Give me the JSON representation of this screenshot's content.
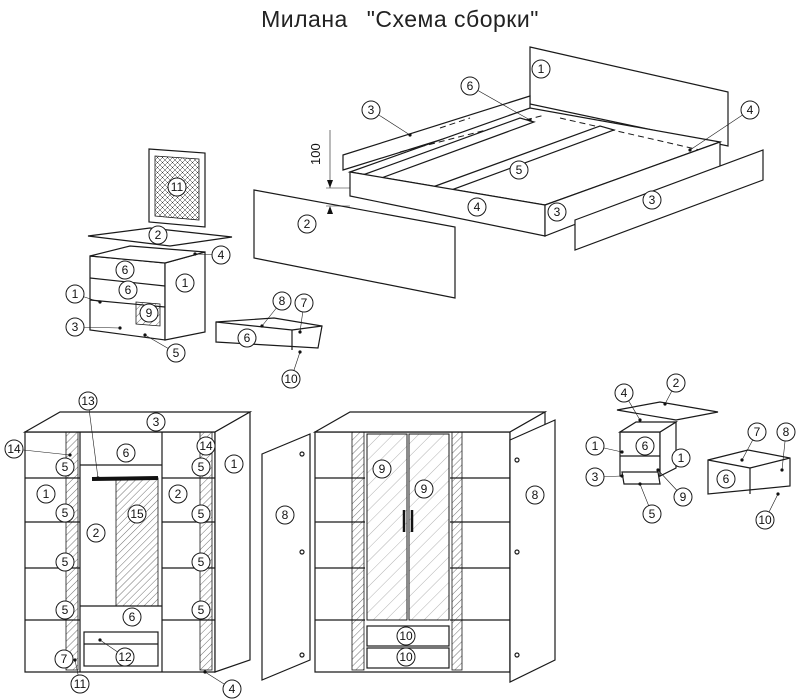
{
  "title": {
    "name": "Милана",
    "subtitle": "\"Схема сборки\""
  },
  "dimension_label": "100",
  "callouts": {
    "bed": [
      {
        "id": "bed-1",
        "label": "1"
      },
      {
        "id": "bed-6",
        "label": "6"
      },
      {
        "id": "bed-3a",
        "label": "3"
      },
      {
        "id": "bed-4a",
        "label": "4"
      },
      {
        "id": "bed-5",
        "label": "5"
      },
      {
        "id": "bed-2",
        "label": "2"
      },
      {
        "id": "bed-4b",
        "label": "4"
      },
      {
        "id": "bed-3b",
        "label": "3"
      },
      {
        "id": "bed-3c",
        "label": "3"
      }
    ],
    "dresser": [
      {
        "id": "dr-11",
        "label": "11"
      },
      {
        "id": "dr-2",
        "label": "2"
      },
      {
        "id": "dr-4",
        "label": "4"
      },
      {
        "id": "dr-6a",
        "label": "6"
      },
      {
        "id": "dr-6b",
        "label": "6"
      },
      {
        "id": "dr-1a",
        "label": "1"
      },
      {
        "id": "dr-1b",
        "label": "1"
      },
      {
        "id": "dr-9",
        "label": "9"
      },
      {
        "id": "dr-3",
        "label": "3"
      },
      {
        "id": "dr-5",
        "label": "5"
      },
      {
        "id": "dr-8",
        "label": "8"
      },
      {
        "id": "dr-7",
        "label": "7"
      },
      {
        "id": "dr-6c",
        "label": "6"
      },
      {
        "id": "dr-10",
        "label": "10"
      }
    ],
    "nightstand": [
      {
        "id": "ns-4",
        "label": "4"
      },
      {
        "id": "ns-2",
        "label": "2"
      },
      {
        "id": "ns-1a",
        "label": "1"
      },
      {
        "id": "ns-6",
        "label": "6"
      },
      {
        "id": "ns-1b",
        "label": "1"
      },
      {
        "id": "ns-3",
        "label": "3"
      },
      {
        "id": "ns-9",
        "label": "9"
      },
      {
        "id": "ns-5",
        "label": "5"
      },
      {
        "id": "ns-7",
        "label": "7"
      },
      {
        "id": "ns-8",
        "label": "8"
      },
      {
        "id": "ns-6b",
        "label": "6"
      },
      {
        "id": "ns-10",
        "label": "10"
      }
    ],
    "wardrobe_open": [
      {
        "id": "wo-13",
        "label": "13"
      },
      {
        "id": "wo-3",
        "label": "3"
      },
      {
        "id": "wo-14a",
        "label": "14"
      },
      {
        "id": "wo-14b",
        "label": "14"
      },
      {
        "id": "wo-6a",
        "label": "6"
      },
      {
        "id": "wo-1a",
        "label": "1"
      },
      {
        "id": "wo-5a",
        "label": "5"
      },
      {
        "id": "wo-5b",
        "label": "5"
      },
      {
        "id": "wo-1b",
        "label": "1"
      },
      {
        "id": "wo-2a",
        "label": "2"
      },
      {
        "id": "wo-5c",
        "label": "5"
      },
      {
        "id": "wo-15",
        "label": "15"
      },
      {
        "id": "wo-5d",
        "label": "5"
      },
      {
        "id": "wo-2b",
        "label": "2"
      },
      {
        "id": "wo-5e",
        "label": "5"
      },
      {
        "id": "wo-5f",
        "label": "5"
      },
      {
        "id": "wo-5g",
        "label": "5"
      },
      {
        "id": "wo-5h",
        "label": "5"
      },
      {
        "id": "wo-6b",
        "label": "6"
      },
      {
        "id": "wo-7",
        "label": "7"
      },
      {
        "id": "wo-12",
        "label": "12"
      },
      {
        "id": "wo-11",
        "label": "11"
      },
      {
        "id": "wo-4",
        "label": "4"
      },
      {
        "id": "wo-8",
        "label": "8"
      }
    ],
    "wardrobe_closed": [
      {
        "id": "wc-9a",
        "label": "9"
      },
      {
        "id": "wc-9b",
        "label": "9"
      },
      {
        "id": "wc-8",
        "label": "8"
      },
      {
        "id": "wc-10a",
        "label": "10"
      },
      {
        "id": "wc-10b",
        "label": "10"
      }
    ]
  }
}
